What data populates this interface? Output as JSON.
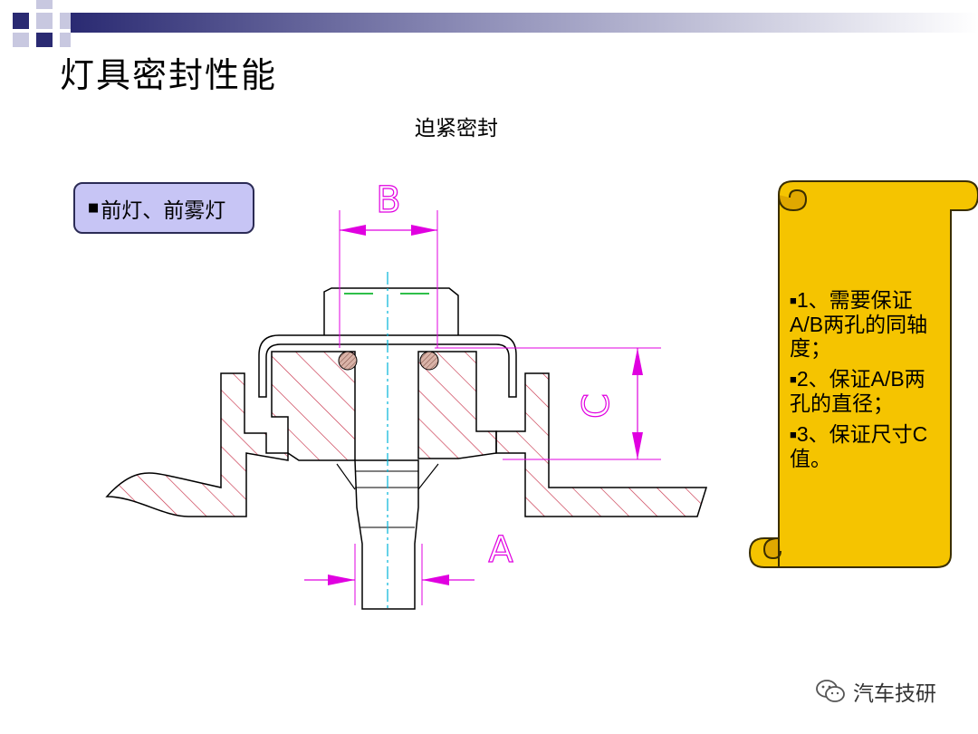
{
  "slide": {
    "title": "灯具密封性能",
    "subtitle": "迫紧密封"
  },
  "label_box": {
    "bullet": "■",
    "text": "前灯、前雾灯"
  },
  "drawing": {
    "dim_b": "B",
    "dim_c": "C",
    "dim_a": "A"
  },
  "notes": [
    {
      "bullet": "■",
      "text": "1、需要保证A/B两孔的同轴度；"
    },
    {
      "bullet": "■",
      "text": "2、保证A/B两孔的直径；"
    },
    {
      "bullet": "■",
      "text": "3、保证尺寸C值。"
    }
  ],
  "footer": {
    "brand": "汽车技研",
    "icon": "wechat-icon"
  },
  "colors": {
    "accent_navy": "#2a2a72",
    "label_fill": "#c7c5f5",
    "scroll_fill": "#f5c400",
    "dimension": "#e000e0",
    "hatch": "#c8324a",
    "centerline": "#00b4d8"
  }
}
